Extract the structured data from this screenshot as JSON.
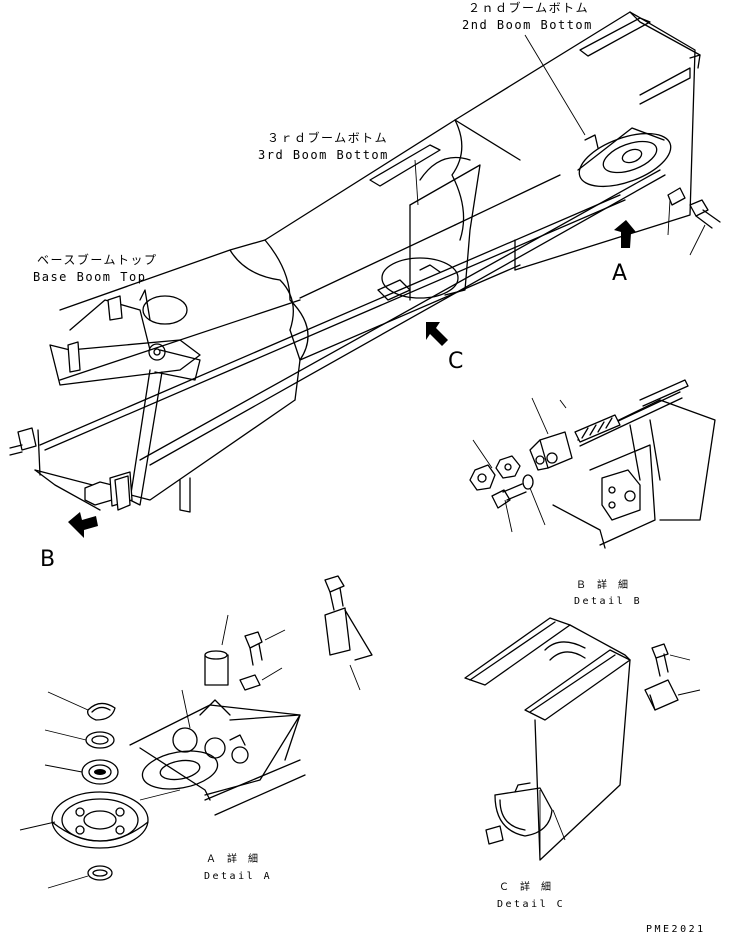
{
  "labels": {
    "boom2_bottom_jp": "２ｎｄブームボトム",
    "boom2_bottom_en": "2nd Boom Bottom",
    "boom3_bottom_jp": "３ｒｄブームボトム",
    "boom3_bottom_en": "3rd Boom Bottom",
    "base_boom_top_jp": "ベースブームトップ",
    "base_boom_top_en": "Base Boom Top"
  },
  "view_markers": {
    "a": "A",
    "b": "B",
    "c": "C"
  },
  "details": {
    "a_jp": "Ａ 詳 細",
    "a_en": "Detail A",
    "b_jp": "Ｂ 詳 細",
    "b_en": "Detail B",
    "c_jp": "Ｃ 詳 細",
    "c_en": "Detail C"
  },
  "drawing_code": "PME2021"
}
